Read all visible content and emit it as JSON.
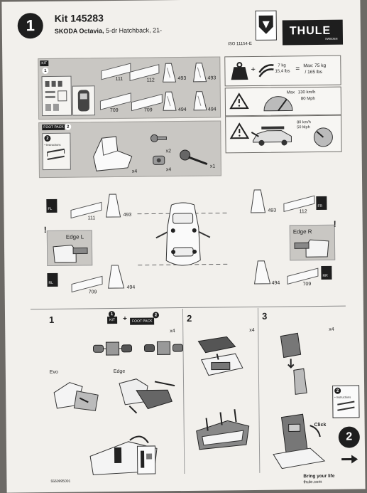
{
  "header": {
    "step_number": "1",
    "kit_title": "Kit 145283",
    "vehicle_name": "SKODA Octavia,",
    "vehicle_detail": " 5-dr Hatchback, 21-",
    "iso": "ISO 11154-E",
    "brand": "THULE",
    "brand_sub": "SWEDEN"
  },
  "kit_panel": {
    "tag": "KIT",
    "badge": "1",
    "parts": [
      "111",
      "112",
      "493",
      "493",
      "709",
      "709",
      "494",
      "494"
    ]
  },
  "foot_pack_panel": {
    "tag": "FOOT PACK",
    "badge": "2",
    "instructions": "• Instructions",
    "qty": [
      "x4",
      "x2",
      "x4",
      "x1"
    ]
  },
  "warnings": {
    "load_weight": "7 kg",
    "load_weight_lbs": "15,4 lbs",
    "max_load": "Max: 75 kg",
    "max_load_lbs": "/ 165 lbs",
    "max_speed_label": "Max",
    "max_speed": "130 km/h",
    "max_speed_mph": "80 Mph",
    "turn_speed": "80 km/h",
    "turn_speed_mph": "50 Mph"
  },
  "placement": {
    "fl": "FL",
    "fr": "FR",
    "rl": "RL",
    "rr": "RR",
    "edge_l": "Edge L",
    "edge_r": "Edge R",
    "front_bar": "111",
    "front_foot": "493",
    "front_bar_r": "112",
    "front_foot_r": "493",
    "rear_bar": "709",
    "rear_foot": "494",
    "rear_bar_r": "709",
    "rear_foot_r": "494"
  },
  "steps": {
    "s1": "1",
    "s2": "2",
    "s3": "3",
    "kit_tag": "KIT",
    "kit_badge": "1",
    "plus": "+",
    "foot_tag": "FOOT PACK",
    "foot_badge": "2",
    "qty1": "x4",
    "qty2": "x4",
    "qty3": "x4",
    "evo": "Evo",
    "edge": "Edge",
    "click": "Click",
    "instr": "• Instructions",
    "next_step": "2"
  },
  "footer": {
    "doc_number": "5560995001",
    "slogan": "Bring your life",
    "website": "thule.com"
  },
  "colors": {
    "panel": "#c9c7c3",
    "ink": "#1e1e1e",
    "paper": "#f2f0ec"
  }
}
